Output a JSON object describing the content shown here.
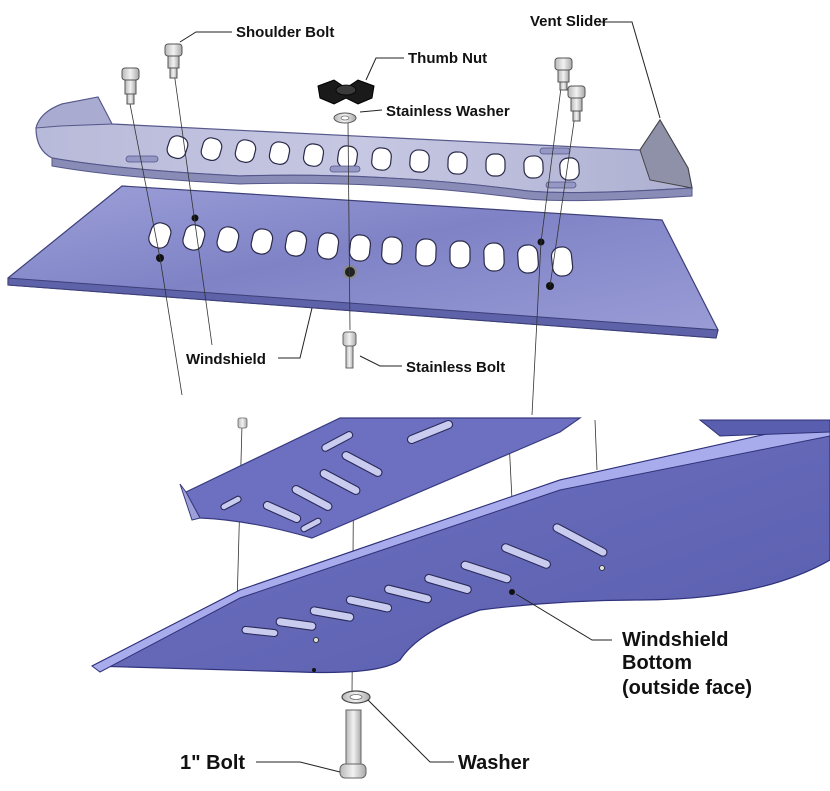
{
  "labels": {
    "shoulder_bolt": "Shoulder Bolt",
    "vent_slider": "Vent Slider",
    "thumb_nut": "Thumb Nut",
    "stainless_washer": "Stainless Washer",
    "windshield": "Windshield",
    "stainless_bolt": "Stainless Bolt",
    "windshield_bottom_line1": "Windshield",
    "windshield_bottom_line2": "Bottom",
    "windshield_bottom_line3": "(outside face)",
    "one_inch_bolt": "1\" Bolt",
    "washer": "Washer"
  },
  "colors": {
    "panel_face": "#8b8fd0",
    "panel_light": "#b2b5e6",
    "panel_dark": "#565aa0",
    "vent_top": "#b9bbd8",
    "vent_edge": "#7e80b0",
    "hardware": "#d8d8d8",
    "thumb_nut": "#1a1a1a",
    "label_text": "#111111"
  }
}
